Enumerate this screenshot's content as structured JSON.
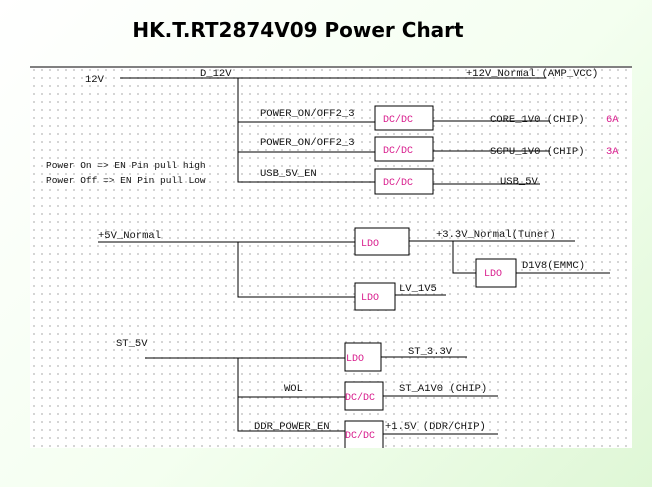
{
  "title": "HK.T.RT2874V09 Power Chart",
  "colors": {
    "accent": "#d81b8c",
    "line": "#000000"
  },
  "section1": {
    "input_12v": "12V",
    "rail_label": "D_12V",
    "amp_output": "+12V_Normal (AMP_VCC)",
    "en1": "POWER_ON/OFF2_3",
    "en2": "POWER_ON/OFF2_3",
    "en3": "USB_5V_EN",
    "box1": "DC/DC",
    "box2": "DC/DC",
    "box3": "DC/DC",
    "out1": "CORE_1V0 (CHIP)",
    "out1_current": "6A",
    "out2": "SCPU_1V0 (CHIP)",
    "out2_current": "3A",
    "out3": "USB_5V",
    "note1": "Power On => EN Pin pull high",
    "note2": "Power Off => EN Pin pull Low"
  },
  "section2": {
    "input": "+5V_Normal",
    "box1": "LDO",
    "out1": "+3.3V_Normal(Tuner)",
    "box2": "LDO",
    "out2": "D1V8(EMMC)",
    "box3": "LDO",
    "out3": "LV_1V5"
  },
  "section3": {
    "input": "ST_5V",
    "box1": "LDO",
    "out1": "ST_3.3V",
    "en2": "WOL",
    "box2": "DC/DC",
    "out2": "ST_A1V0 (CHIP)",
    "en3": "DDR_POWER_EN",
    "box3": "DC/DC",
    "out3": "+1.5V (DDR/CHIP)"
  }
}
